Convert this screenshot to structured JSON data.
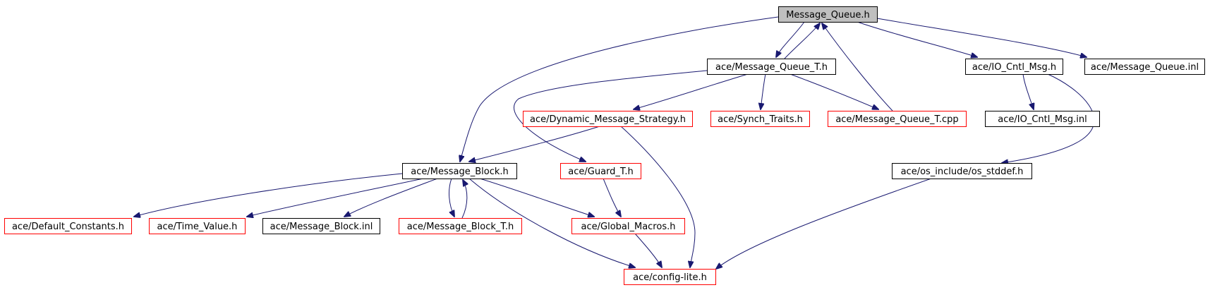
{
  "colors": {
    "edge": "#191970",
    "border_documented": "#000000",
    "border_undocumented": "#ff0000",
    "root_fill": "#bfbfbf",
    "node_fill": "#ffffff"
  },
  "nodes": [
    {
      "id": "n0",
      "label": "Message_Queue.h",
      "kind": "root"
    },
    {
      "id": "n1",
      "label": "ace/Message_Block.h",
      "kind": "documented"
    },
    {
      "id": "n2",
      "label": "ace/Default_Constants.h",
      "kind": "undocumented"
    },
    {
      "id": "n3",
      "label": "ace/Time_Value.h",
      "kind": "undocumented"
    },
    {
      "id": "n4",
      "label": "ace/Message_Block.inl",
      "kind": "documented"
    },
    {
      "id": "n5",
      "label": "ace/Message_Block_T.h",
      "kind": "undocumented"
    },
    {
      "id": "n6",
      "label": "ace/Global_Macros.h",
      "kind": "undocumented"
    },
    {
      "id": "n7",
      "label": "ace/config-lite.h",
      "kind": "undocumented"
    },
    {
      "id": "n8",
      "label": "ace/Message_Queue_T.h",
      "kind": "documented"
    },
    {
      "id": "n9",
      "label": "ace/Dynamic_Message_Strategy.h",
      "kind": "undocumented"
    },
    {
      "id": "n10",
      "label": "ace/Guard_T.h",
      "kind": "undocumented"
    },
    {
      "id": "n11",
      "label": "ace/Synch_Traits.h",
      "kind": "undocumented"
    },
    {
      "id": "n12",
      "label": "ace/Message_Queue_T.cpp",
      "kind": "undocumented"
    },
    {
      "id": "n13",
      "label": "ace/IO_Cntl_Msg.h",
      "kind": "documented"
    },
    {
      "id": "n14",
      "label": "ace/IO_Cntl_Msg.inl",
      "kind": "documented"
    },
    {
      "id": "n15",
      "label": "ace/os_include/os_stddef.h",
      "kind": "documented"
    },
    {
      "id": "n16",
      "label": "ace/Message_Queue.inl",
      "kind": "documented"
    }
  ],
  "edges": [
    {
      "from": "n0",
      "to": "n1"
    },
    {
      "from": "n0",
      "to": "n8"
    },
    {
      "from": "n0",
      "to": "n13"
    },
    {
      "from": "n0",
      "to": "n16"
    },
    {
      "from": "n1",
      "to": "n2"
    },
    {
      "from": "n1",
      "to": "n3"
    },
    {
      "from": "n1",
      "to": "n4"
    },
    {
      "from": "n1",
      "to": "n5"
    },
    {
      "from": "n1",
      "to": "n6"
    },
    {
      "from": "n1",
      "to": "n7"
    },
    {
      "from": "n5",
      "to": "n1"
    },
    {
      "from": "n6",
      "to": "n7"
    },
    {
      "from": "n8",
      "to": "n0"
    },
    {
      "from": "n8",
      "to": "n9"
    },
    {
      "from": "n8",
      "to": "n10"
    },
    {
      "from": "n8",
      "to": "n11"
    },
    {
      "from": "n8",
      "to": "n12"
    },
    {
      "from": "n9",
      "to": "n1"
    },
    {
      "from": "n9",
      "to": "n7"
    },
    {
      "from": "n10",
      "to": "n6"
    },
    {
      "from": "n12",
      "to": "n0"
    },
    {
      "from": "n13",
      "to": "n14"
    },
    {
      "from": "n13",
      "to": "n15"
    },
    {
      "from": "n15",
      "to": "n7"
    }
  ]
}
